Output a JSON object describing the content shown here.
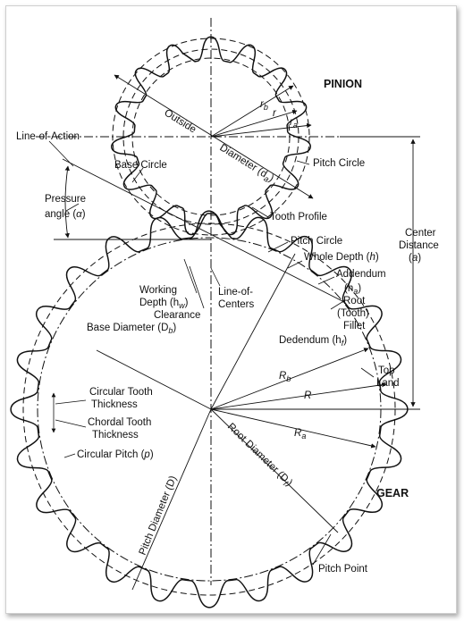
{
  "labels": {
    "pinion": "PINION",
    "gear": "GEAR",
    "outside": "Outside",
    "diameter_da": "Diameter (d",
    "diameter_da_sub": "a",
    "diameter_da_end": ")",
    "rb": "r",
    "rb_sub": "b",
    "r": "r",
    "ra": "r",
    "ra_sub": "a",
    "line_of_action": "Line-of-Action",
    "base_circle": "Base Circle",
    "pitch_circle_top": "Pitch Circle",
    "pressure_angle_1": "Pressure",
    "pressure_angle_2": "angle (",
    "pressure_angle_alpha": "α",
    "pressure_angle_3": ")",
    "tooth_profile": "Tooth Profile",
    "pitch_circle_mid": "Pitch Circle",
    "whole_depth": "Whole Depth (",
    "whole_depth_h": "h",
    "whole_depth_end": ")",
    "center_distance_1": "Center",
    "center_distance_2": "Distance",
    "center_distance_3": "(",
    "center_distance_a": "a",
    "center_distance_4": ")",
    "addendum": "Addendum",
    "addendum_sym": "(h",
    "addendum_sub": "a",
    "addendum_end": ")",
    "working_depth_1": "Working",
    "working_depth_2": "Depth (h",
    "working_depth_sub": "w",
    "working_depth_end": ")",
    "clearance": "Clearance",
    "line_of_centers_1": "Line-of-",
    "line_of_centers_2": "Centers",
    "root_fillet_1": "Root",
    "root_fillet_2": "(Tooth)",
    "root_fillet_3": "Fillet",
    "base_diameter": "Base Diameter (D",
    "base_diameter_sub": "b",
    "base_diameter_end": ")",
    "dedendum": "Dedendum (h",
    "dedendum_sub": "f",
    "dedendum_end": ")",
    "Rb": "R",
    "Rb_sub": "b",
    "R": "R",
    "Ra": "R",
    "Ra_sub": "a",
    "top_land_1": "Top",
    "top_land_2": "Land",
    "circ_thickness_1": "Circular Tooth",
    "circ_thickness_2": "Thickness",
    "chordal_thickness_1": "Chordal Tooth",
    "chordal_thickness_2": "Thickness",
    "circular_pitch": "Circular Pitch (",
    "circular_pitch_p": "p",
    "circular_pitch_end": ")",
    "pitch_diameter": "Pitch Diameter (D)",
    "root_diameter": "Root Diameter (D",
    "root_diameter_sub": "f",
    "root_diameter_end": ")",
    "pitch_point": "Pitch Point"
  }
}
